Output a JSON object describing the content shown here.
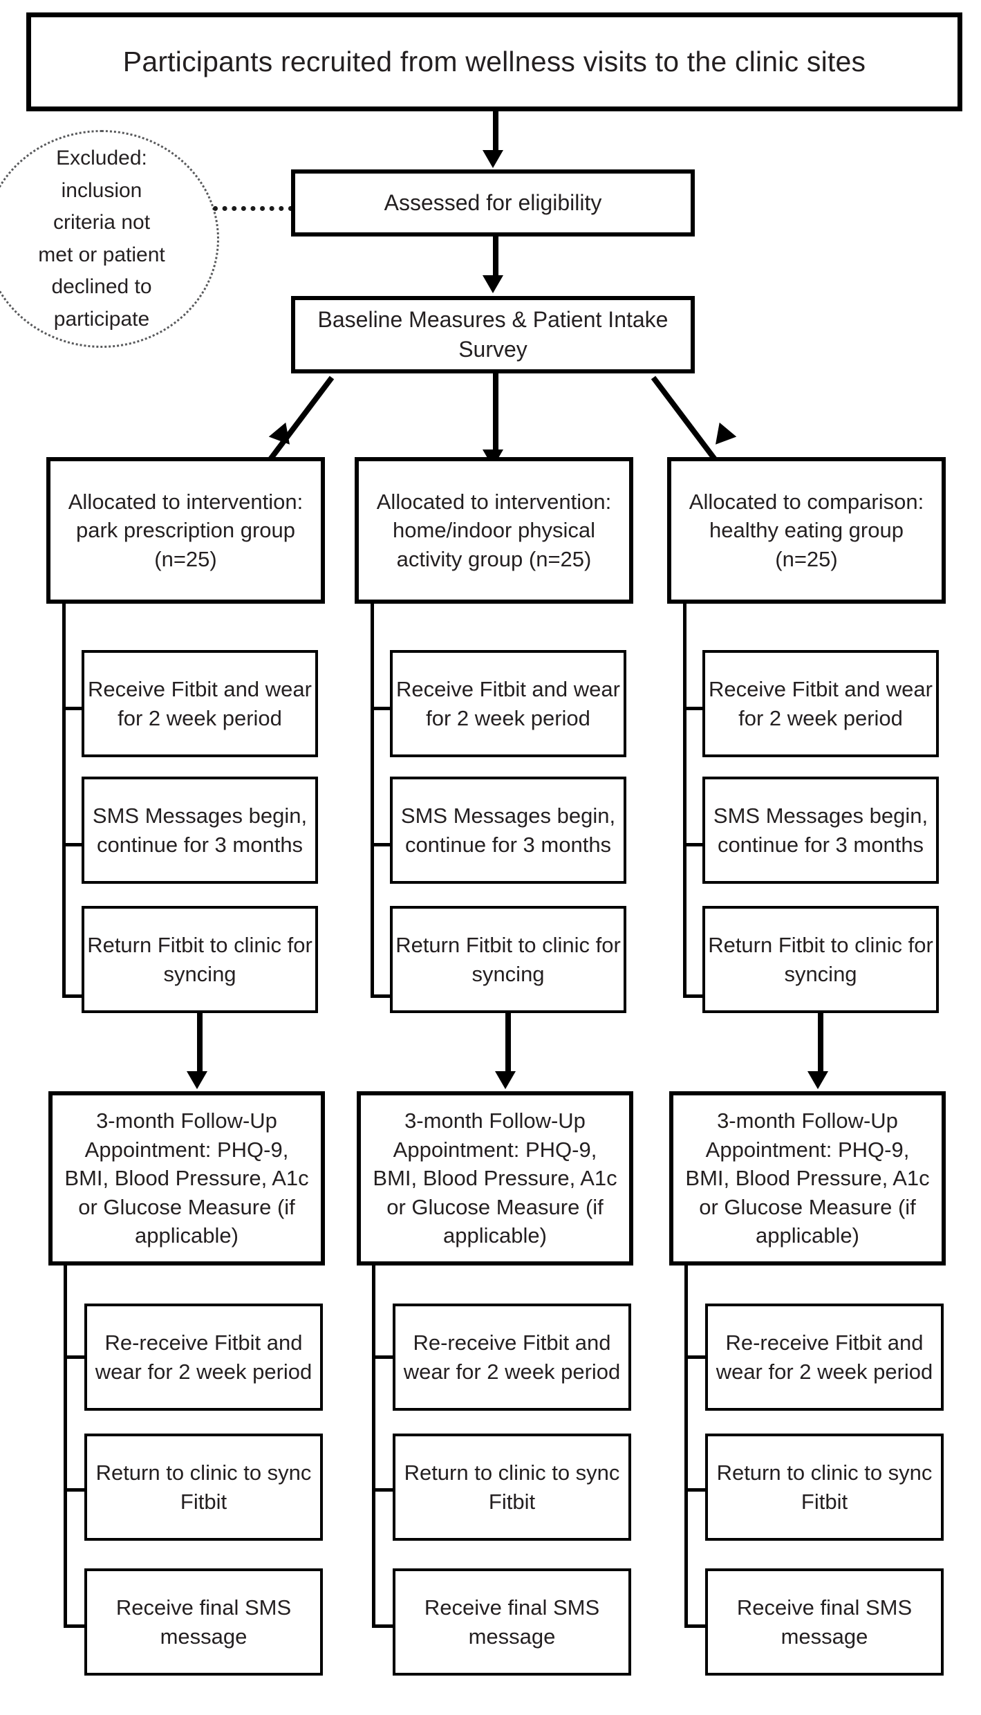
{
  "diagram": {
    "type": "crct-participant-flow-diagram",
    "title_box": {
      "label": "Participants recruited from wellness visits to the clinic sites"
    },
    "excluded_circle": {
      "label": "Excluded:\ninclusion\ncriteria not\nmet or patient\ndeclined to\nparticipate"
    },
    "eligibility_box": {
      "label": "Assessed for eligibility"
    },
    "baseline_box": {
      "label": "Baseline Measures & Patient Intake\nSurvey"
    },
    "followup_label": "3-month Follow-Up\nAppointment: PHQ-9,\nBMI, Blood Pressure, A1c\nor Glucose Measure (if\napplicable)",
    "arms": [
      {
        "id": "park-prescription",
        "allocation": "Allocated to intervention:\npark prescription group\n(n=25)",
        "n": 25,
        "phase1_steps": [
          "Receive Fitbit and wear\nfor 2 week period",
          "SMS Messages begin,\ncontinue for 3 months",
          "Return Fitbit to clinic for\nsyncing"
        ],
        "followup": "3-month Follow-Up\nAppointment: PHQ-9,\nBMI, Blood Pressure, A1c\nor Glucose Measure (if\napplicable)",
        "phase2_steps": [
          "Re-receive Fitbit and\nwear for 2 week period",
          "Return to clinic to sync\nFitbit",
          "Receive final SMS\nmessage"
        ]
      },
      {
        "id": "home-indoor-physical-activity",
        "allocation": "Allocated to intervention:\nhome/indoor physical\nactivity group (n=25)",
        "n": 25,
        "phase1_steps": [
          "Receive Fitbit and wear\nfor 2 week period",
          "SMS Messages begin,\ncontinue for 3 months",
          "Return Fitbit to clinic for\nsyncing"
        ],
        "followup": "3-month Follow-Up\nAppointment: PHQ-9,\nBMI, Blood Pressure, A1c\nor Glucose Measure (if\napplicable)",
        "phase2_steps": [
          "Re-receive Fitbit and\nwear for 2 week period",
          "Return to clinic to sync\nFitbit",
          "Receive final SMS\nmessage"
        ]
      },
      {
        "id": "healthy-eating-comparison",
        "allocation": "Allocated to comparison:\nhealthy eating group\n(n=25)",
        "n": 25,
        "phase1_steps": [
          "Receive Fitbit and wear\nfor 2 week period",
          "SMS Messages begin,\ncontinue for 3 months",
          "Return Fitbit to clinic for\nsyncing"
        ],
        "followup": "3-month Follow-Up\nAppointment: PHQ-9,\nBMI, Blood Pressure, A1c\nor Glucose Measure (if\napplicable)",
        "phase2_steps": [
          "Re-receive Fitbit and\nwear for 2 week period",
          "Return to clinic to sync\nFitbit",
          "Receive final SMS\nmessage"
        ]
      }
    ],
    "colors": {
      "stroke": "#000000",
      "text": "#231f20",
      "background": "#ffffff",
      "circle_stroke": "#58595b"
    }
  }
}
